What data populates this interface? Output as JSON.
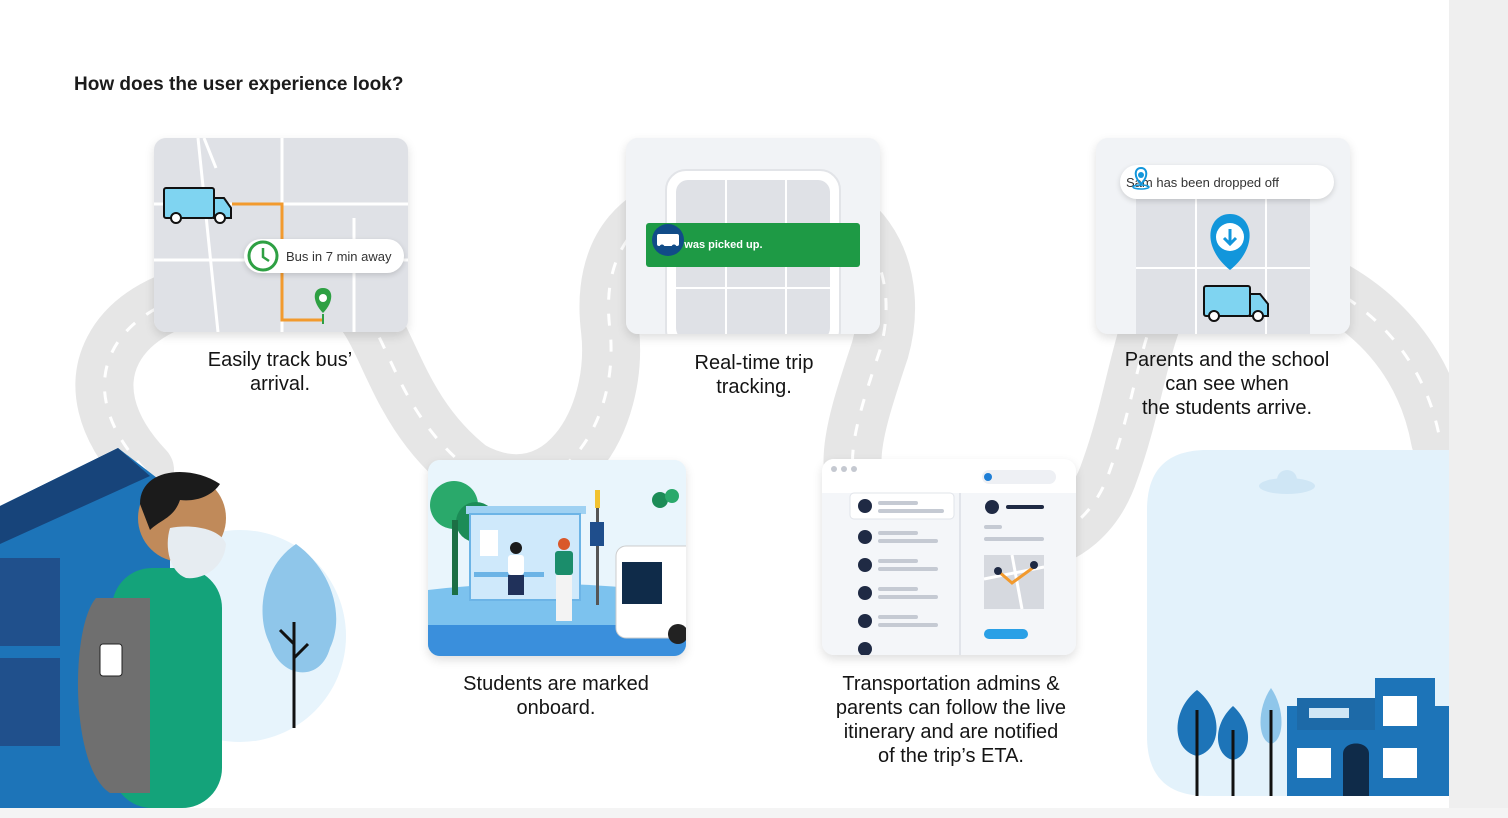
{
  "heading": "How does the user experience look?",
  "steps": [
    {
      "caption": "Easily track bus’\narrival.",
      "badge": "Bus in 7 min away",
      "icon": "clock-icon"
    },
    {
      "caption": "Students are marked\nonboard."
    },
    {
      "caption": "Real-time trip\ntracking.",
      "toast": "Sam was picked up.",
      "icon": "bus-icon"
    },
    {
      "caption": "Transportation admins &\nparents can follow the live\nitinerary and are notified\nof the trip’s ETA."
    },
    {
      "caption": "Parents and the school\ncan see  when\nthe students arrive.",
      "badge": "Sam has been dropped off",
      "icon": "location-star-icon"
    }
  ],
  "colors": {
    "road": "#e6e6e6",
    "route": "#f29a2e",
    "pin_green": "#2ea043",
    "toast_green": "#1e9a45",
    "pin_blue": "#1296db",
    "map": "#dfe1e6",
    "building_blue": "#1d74b8"
  }
}
